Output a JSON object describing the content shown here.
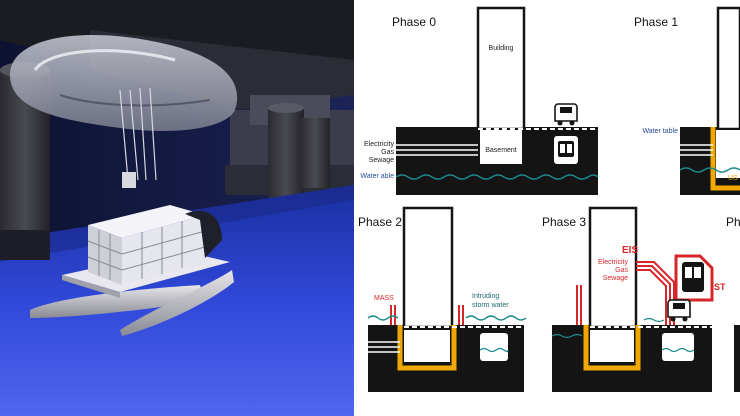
{
  "phases": [
    {
      "title": "Phase 0"
    },
    {
      "title": "Phase 1"
    },
    {
      "title": "Phase 2"
    },
    {
      "title": "Phase 3"
    },
    {
      "title": "Ph"
    }
  ],
  "labels": {
    "building": "Building",
    "basement": "Basement",
    "electricity": "Electricity",
    "gas": "Gas",
    "sewage": "Sewage",
    "water_able": "Water able",
    "water_table": "Water table",
    "us": "US",
    "mass": "MASS",
    "intruding_1": "Intruding",
    "intruding_2": "storm water",
    "eis": "EIS",
    "st": "ST"
  },
  "colors": {
    "ground": "#141414",
    "wall": "#f0a800",
    "accent_red": "#d6262a",
    "water_line": "#1a8a8a",
    "label_blue": "#2a4a9a"
  }
}
